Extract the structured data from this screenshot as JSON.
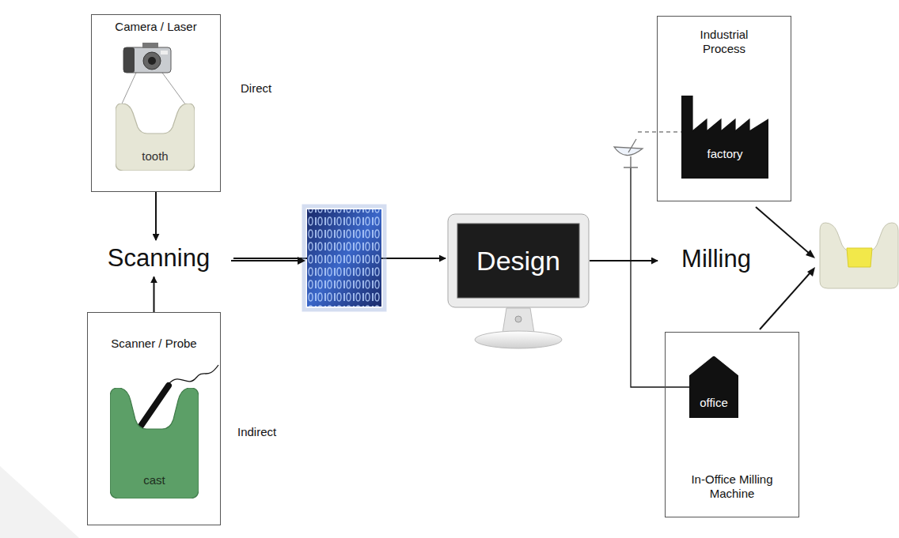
{
  "diagram": {
    "nodes": [
      {
        "text": [
          "Camera / Laser"
        ]
      },
      {
        "text": [
          "tooth"
        ],
        "in": 0
      },
      {
        "text": [
          "Scanner / Probe"
        ]
      },
      {
        "text": [
          "cast"
        ],
        "in": 2
      },
      {
        "text": [
          "Scanning"
        ]
      },
      {
        "text": [
          "Design"
        ]
      },
      {
        "text": [
          "Milling"
        ]
      },
      {
        "text": [
          "Industrial Process"
        ]
      },
      {
        "text": [
          "factory"
        ],
        "in": 7
      },
      {
        "text": [
          "In-Office Milling Machine"
        ]
      },
      {
        "text": [
          "office"
        ],
        "in": 9
      }
    ],
    "edges": [
      {
        "from": 0,
        "to": 4,
        "arrow": "to"
      },
      {
        "from": 2,
        "to": 4,
        "arrow": "to"
      },
      {
        "from": 4,
        "to": 5,
        "arrow": "to"
      },
      {
        "from": 5,
        "to": 6,
        "arrow": "to"
      },
      {
        "from": 5,
        "to": 8,
        "arrow": "none"
      },
      {
        "from": 5,
        "to": 10,
        "arrow": "none"
      }
    ],
    "labels": [
      "Direct",
      "Indirect"
    ]
  }
}
